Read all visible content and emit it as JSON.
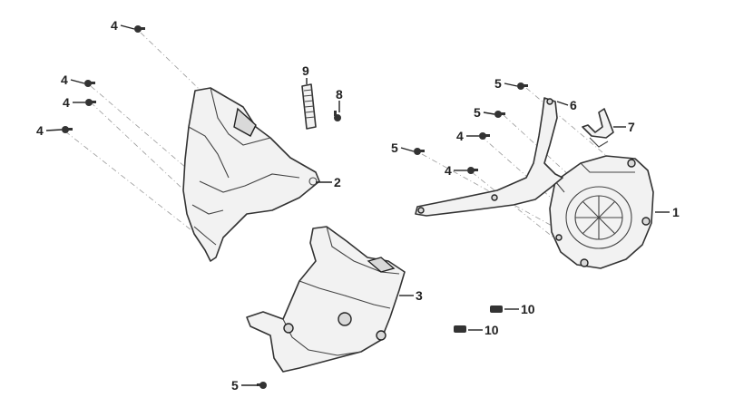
{
  "diagram": {
    "callouts": [
      {
        "id": "c1",
        "label": "1"
      },
      {
        "id": "c2",
        "label": "2"
      },
      {
        "id": "c3",
        "label": "3"
      },
      {
        "id": "c4a",
        "label": "4"
      },
      {
        "id": "c4b",
        "label": "4"
      },
      {
        "id": "c4c",
        "label": "4"
      },
      {
        "id": "c4d",
        "label": "4"
      },
      {
        "id": "c4e",
        "label": "4"
      },
      {
        "id": "c4f",
        "label": "4"
      },
      {
        "id": "c5a",
        "label": "5"
      },
      {
        "id": "c5b",
        "label": "5"
      },
      {
        "id": "c5c",
        "label": "5"
      },
      {
        "id": "c5d",
        "label": "5"
      },
      {
        "id": "c6",
        "label": "6"
      },
      {
        "id": "c7",
        "label": "7"
      },
      {
        "id": "c8",
        "label": "8"
      },
      {
        "id": "c9",
        "label": "9"
      },
      {
        "id": "c10a",
        "label": "10"
      },
      {
        "id": "c10b",
        "label": "10"
      }
    ]
  }
}
